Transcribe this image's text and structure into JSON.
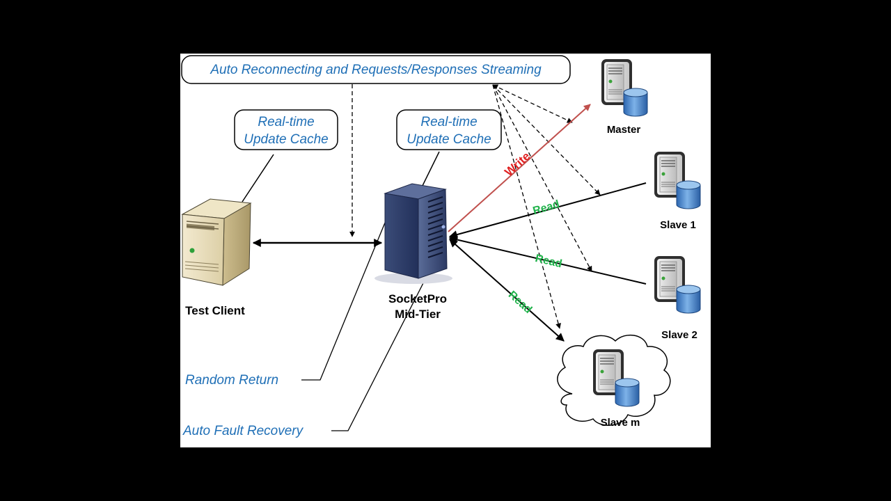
{
  "top_callout": "Auto Reconnecting and Requests/Responses Streaming",
  "client_cache_callout": {
    "line1": "Real-time",
    "line2": "Update Cache"
  },
  "midtier_cache_callout": {
    "line1": "Real-time",
    "line2": "Update Cache"
  },
  "random_return": "Random Return",
  "auto_fault_recovery": "Auto Fault Recovery",
  "nodes": {
    "test_client": "Test Client",
    "midtier_line1": "SocketPro",
    "midtier_line2": "Mid-Tier",
    "master": "Master",
    "slave1": "Slave 1",
    "slave2": "Slave 2",
    "slavem": "Slave m"
  },
  "edge_labels": {
    "write": "Write",
    "read1": "Read",
    "read2": "Read",
    "read3": "Read"
  },
  "colors": {
    "callout_text": "#1F6FB6",
    "write": "#E02020",
    "read": "#1FB24A",
    "write_line": "#C0504D"
  },
  "icons": [
    "client-server-icon",
    "tower-server-icon",
    "database-server-icon",
    "cloud-icon"
  ]
}
